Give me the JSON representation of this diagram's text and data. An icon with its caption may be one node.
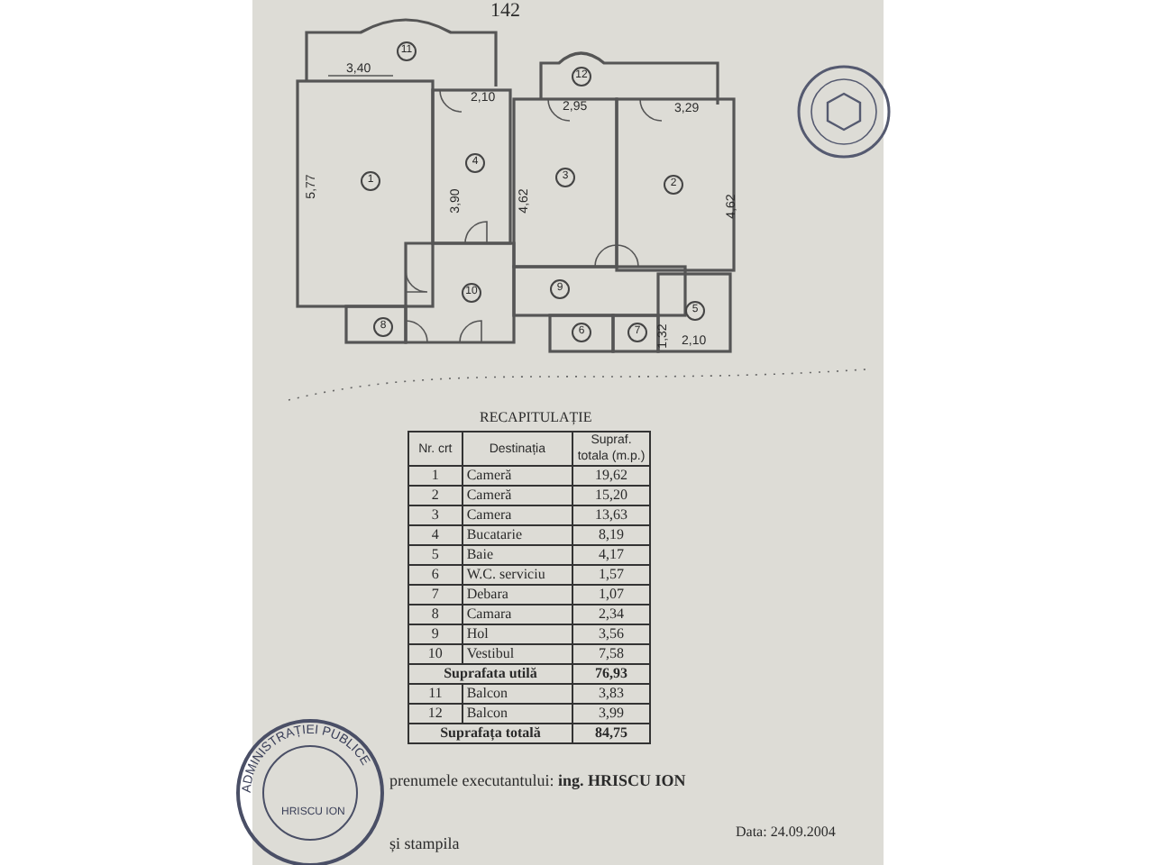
{
  "diagram": {
    "labels": [
      "142",
      "11",
      "12",
      "3,40",
      "2,10",
      "2,95",
      "3,29",
      "5,77",
      "1",
      "4",
      "3,90",
      "4,62",
      "3",
      "2",
      "4,62",
      "10",
      "9",
      "5",
      "8",
      "6",
      "1,32",
      "7",
      "2,10",
      "RECAPITULAȚIE",
      "Nr. crt",
      "Destinația",
      "Supraf. totala (m.p.)",
      "1",
      "Cameră",
      "19,62",
      "2",
      "Cameră",
      "15,20",
      "3",
      "Camera",
      "13,63",
      "4",
      "Bucatarie",
      "8,19",
      "5",
      "Baie",
      "4,17",
      "6",
      "W.C. serviciu",
      "1,57",
      "7",
      "Debara",
      "1,07",
      "8",
      "Camara",
      "2,34",
      "9",
      "Hol",
      "3,56",
      "10",
      "Vestibul",
      "7,58",
      "Suprafata utilă",
      "76,93",
      "11",
      "Balcon",
      "3,83",
      "12",
      "Balcon",
      "3,99",
      "Suprafața totală",
      "84,75",
      "ADMINISTRAȚIEI PUBLICE",
      "HRISCU ION",
      "prenumele executantului: **ing. HRISCU ION**",
      "Data: 24.09.2004",
      "și stampila"
    ]
  }
}
